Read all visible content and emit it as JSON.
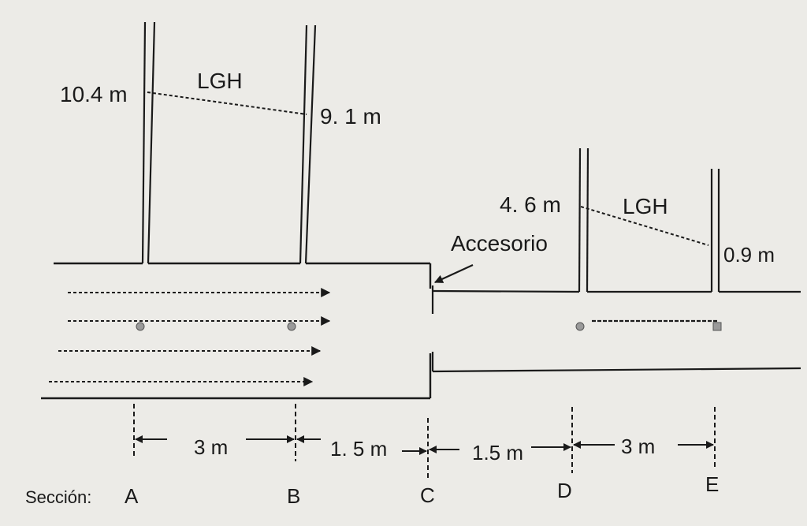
{
  "labels": {
    "left_head_high": "10.4 m",
    "left_head_low": "9. 1 m",
    "left_lgh": "LGH",
    "right_head_high": "4. 6 m",
    "right_head_low": "0.9 m",
    "right_lgh": "LGH",
    "fitting": "Accesorio"
  },
  "dimensions": {
    "ab": "3 m",
    "bc": "1. 5 m",
    "cd": "1.5 m",
    "de": "3 m"
  },
  "sections": {
    "caption": "Sección:",
    "items": [
      "A",
      "B",
      "C",
      "D",
      "E"
    ]
  },
  "colors": {
    "background": "#ecebe7",
    "ink": "#1a1a1a",
    "piezometer_point": "#9a9a9a"
  }
}
